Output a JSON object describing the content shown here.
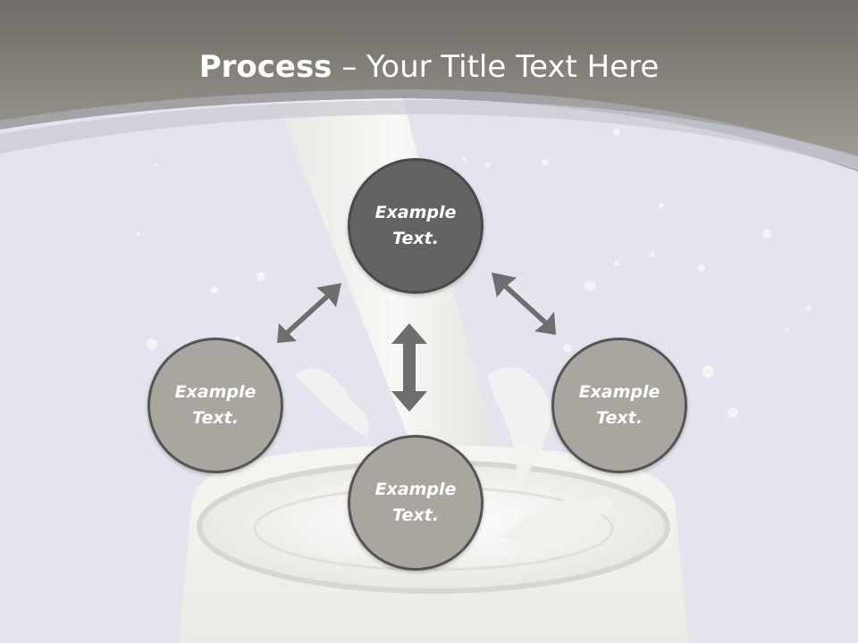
{
  "title": {
    "bold": "Process",
    "rest": " – Your Title Text Here"
  },
  "nodes": [
    {
      "id": "top",
      "label": "Example Text."
    },
    {
      "id": "left",
      "label": "Example Text."
    },
    {
      "id": "right",
      "label": "Example Text."
    },
    {
      "id": "bottom",
      "label": "Example Text."
    }
  ],
  "colors": {
    "header": "#8a8780",
    "background": "#e4e4ee",
    "node_dark": "#636363",
    "node_light": "#a8a69e",
    "arrow": "#6e6e6e"
  }
}
